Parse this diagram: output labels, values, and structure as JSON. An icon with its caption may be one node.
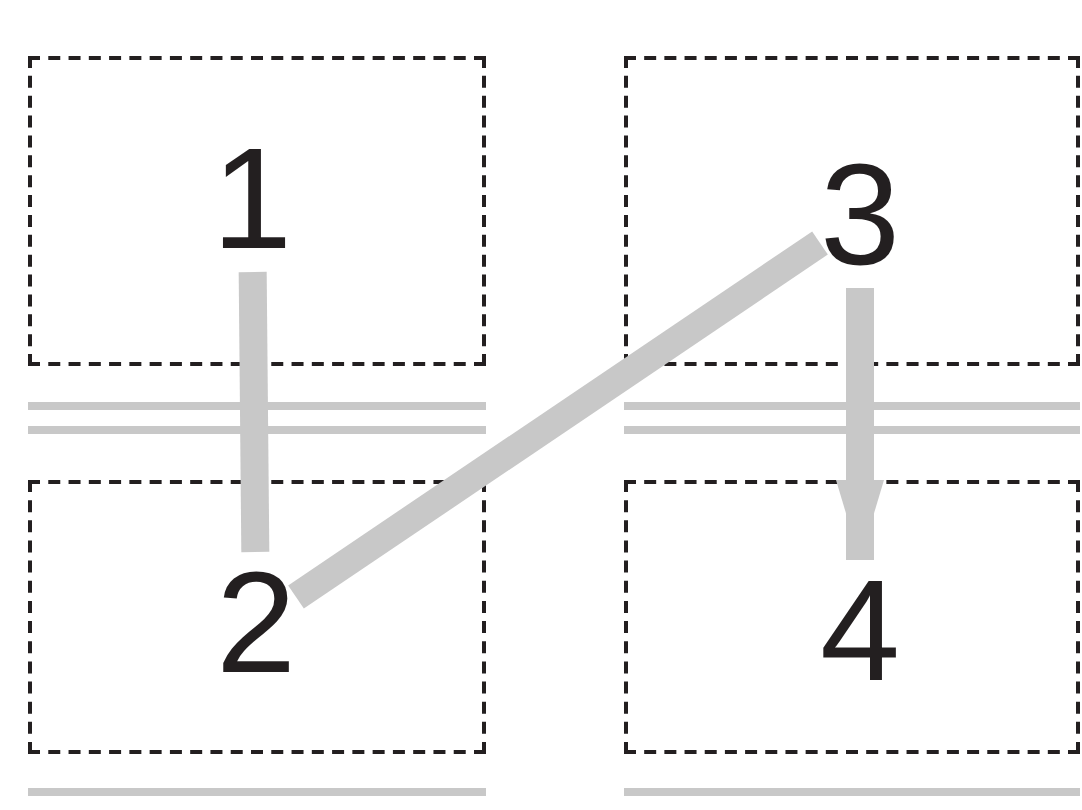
{
  "diagram": {
    "nodes": [
      {
        "text": [],
        "shape": "box"
      },
      {
        "text": [
          "1"
        ],
        "in": 0
      },
      {
        "text": [],
        "shape": "box"
      },
      {
        "text": [
          "3"
        ],
        "in": 2
      },
      {
        "text": [],
        "shape": "box"
      },
      {
        "text": [
          "2"
        ],
        "in": 4
      },
      {
        "text": [],
        "shape": "box"
      },
      {
        "text": [
          "4"
        ],
        "in": 6
      }
    ],
    "edges": [
      {
        "from": 1,
        "to": 5,
        "arrow": "none"
      },
      {
        "from": 5,
        "to": 3,
        "arrow": "none"
      },
      {
        "from": 3,
        "to": 7,
        "arrow": "to"
      }
    ]
  }
}
